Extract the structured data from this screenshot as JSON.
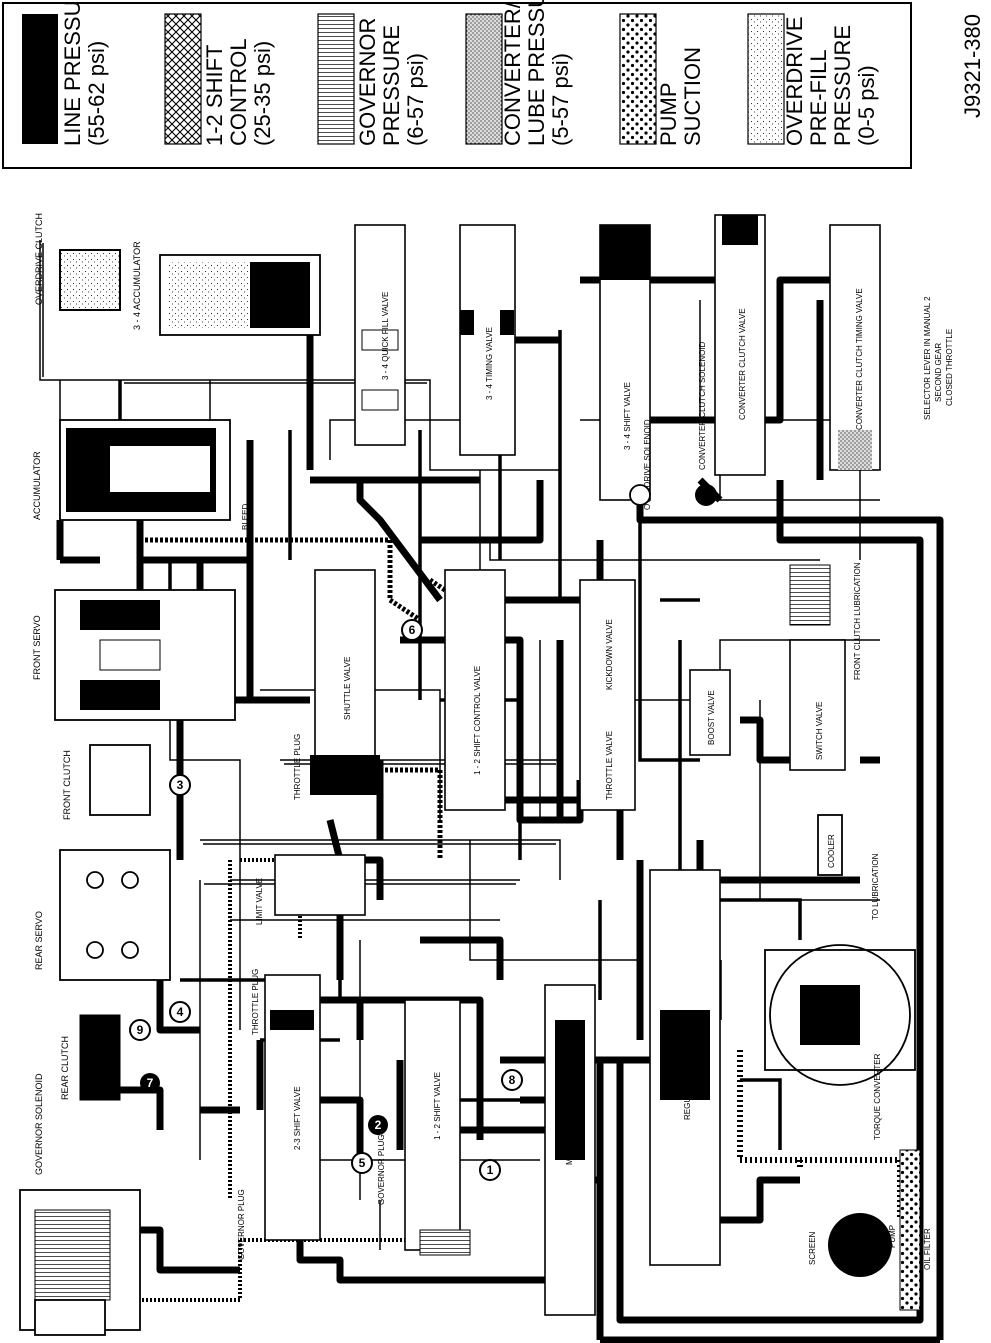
{
  "figure_id": "J9321-380",
  "legend": [
    {
      "line1": "LINE PRESSURE",
      "line2": "(55-62 psi)",
      "line3": "",
      "pattern": "solid"
    },
    {
      "line1": "1-2 SHIFT",
      "line2": "CONTROL",
      "line3": "(25-35 psi)",
      "pattern": "crosshatch"
    },
    {
      "line1": "GOVERNOR",
      "line2": "PRESSURE",
      "line3": "(6-57 psi)",
      "pattern": "vertical-lines"
    },
    {
      "line1": "CONVERTER/",
      "line2": "LUBE PRESSURE",
      "line3": "(5-57 psi)",
      "pattern": "fine-stipple"
    },
    {
      "line1": "PUMP",
      "line2": "SUCTION",
      "line3": "",
      "pattern": "dots"
    },
    {
      "line1": "OVERDRIVE",
      "line2": "PRE-FILL",
      "line3": "PRESSURE",
      "line4": "(0-5 psi)",
      "pattern": "light-stipple"
    }
  ],
  "components": {
    "overdrive_clutch": "OVERDRIVE CLUTCH",
    "accumulator_34": "3 - 4 ACCUMULATOR",
    "accumulator": "ACCUMULATOR",
    "bleed": "BLEED",
    "front_servo": "FRONT SERVO",
    "front_clutch": "FRONT CLUTCH",
    "rear_servo": "REAR SERVO",
    "rear_clutch": "REAR CLUTCH",
    "governor_solenoid": "GOVERNOR SOLENOID",
    "quick_fill_valve": "3 - 4 QUICK FILL VALVE",
    "timing_valve_34": "3 - 4 TIMING VALVE",
    "shift_valve_34": "3 - 4 SHIFT VALVE",
    "overdrive_solenoid": "OVERDRIVE SOLENOID",
    "converter_clutch_solenoid": "CONVERTER CLUTCH SOLENOID",
    "converter_clutch_valve": "CONVERTER CLUTCH VALVE",
    "converter_clutch_timing_valve": "CONVERTER CLUTCH TIMING VALVE",
    "selector_note_1": "SELECTOR LEVER IN MANUAL 2",
    "selector_note_2": "SECOND GEAR",
    "selector_note_3": "CLOSED THROTTLE",
    "shuttle_valve": "SHUTTLE VALVE",
    "throttle_plug_1": "THROTTLE PLUG",
    "shift_control_valve_12": "1 - 2 SHIFT CONTROL VALVE",
    "kickdown_valve": "KICKDOWN VALVE",
    "throttle_valve": "THROTTLE VALVE",
    "boost_valve": "BOOST VALVE",
    "switch_valve": "SWITCH VALVE",
    "front_clutch_lubrication": "FRONT CLUTCH LUBRICATION",
    "cooler": "COOLER",
    "to_lubrication": "TO LUBRICATION",
    "limit_valve": "LIMIT VALVE",
    "throttle_plug_2": "THROTTLE PLUG",
    "shift_valve_23": "2-3 SHIFT VALVE",
    "governor_plug_1": "GOVERNOR PLUG",
    "shift_valve_12": "1 - 2 SHIFT VALVE",
    "governor_plug_2": "GOVERNOR PLUG",
    "manual_valve": "MANUAL VALVE",
    "regulator_valve": "REGULATOR VALVE",
    "torque_converter": "TORQUE CONVERTER",
    "screen": "SCREEN",
    "pump": "PUMP",
    "oil_filter": "OIL FILTER"
  },
  "circuit_numbers": [
    "1",
    "2",
    "3",
    "4",
    "5",
    "6",
    "7",
    "8",
    "9"
  ]
}
